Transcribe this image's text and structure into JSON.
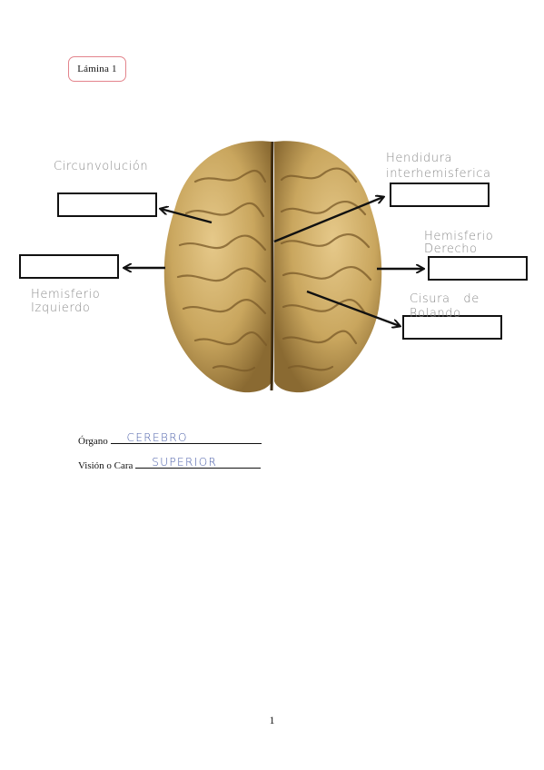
{
  "header": {
    "badge": "Lámina 1"
  },
  "annotations": {
    "circunvolucion": "Circunvolución",
    "hendidura": "Hendidura\ninterhemisferica",
    "hemisferio_derecho": "Hemisferio\nDerecho",
    "cisura": "Cisura de\nRolando",
    "hemisferio_izquierdo": "Hemisferio\nIzquierdo"
  },
  "fields": {
    "organo": {
      "label": "Órgano",
      "value": "CEREBRO"
    },
    "vision": {
      "label": "Visión o Cara",
      "value": "SUPERIOR"
    }
  },
  "footer": {
    "page_number": "1"
  },
  "colors": {
    "badge_border": "#e3848c",
    "handwriting": "#8a8a8a",
    "ink_blue": "#4a5ea8",
    "brain": "#c9a65e"
  }
}
